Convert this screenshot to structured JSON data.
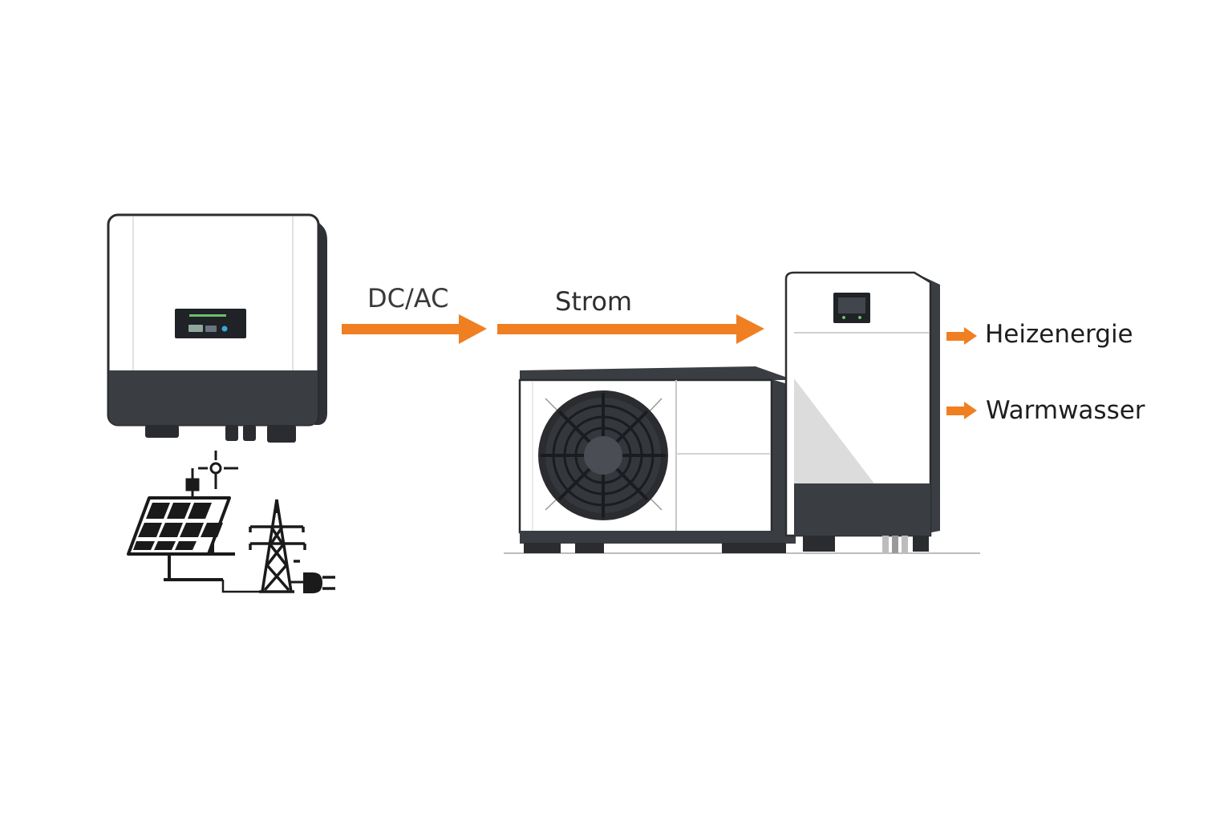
{
  "colors": {
    "arrow": "#f07f22",
    "dark": "#3a3d42",
    "panel": "#ffffff",
    "line": "#1a1a1a"
  },
  "labels": {
    "dc_ac": "DC/AC",
    "strom": "Strom",
    "heizenergie": "Heizenergie",
    "warmwasser": "Warmwasser"
  },
  "components": {
    "inverter": "inverter-icon",
    "solar_panel": "solar-panel-icon",
    "power_pylon": "power-pylon-icon",
    "plug": "plug-icon",
    "outdoor_unit": "heat-pump-outdoor-unit-icon",
    "indoor_unit": "heat-pump-indoor-unit-icon"
  }
}
